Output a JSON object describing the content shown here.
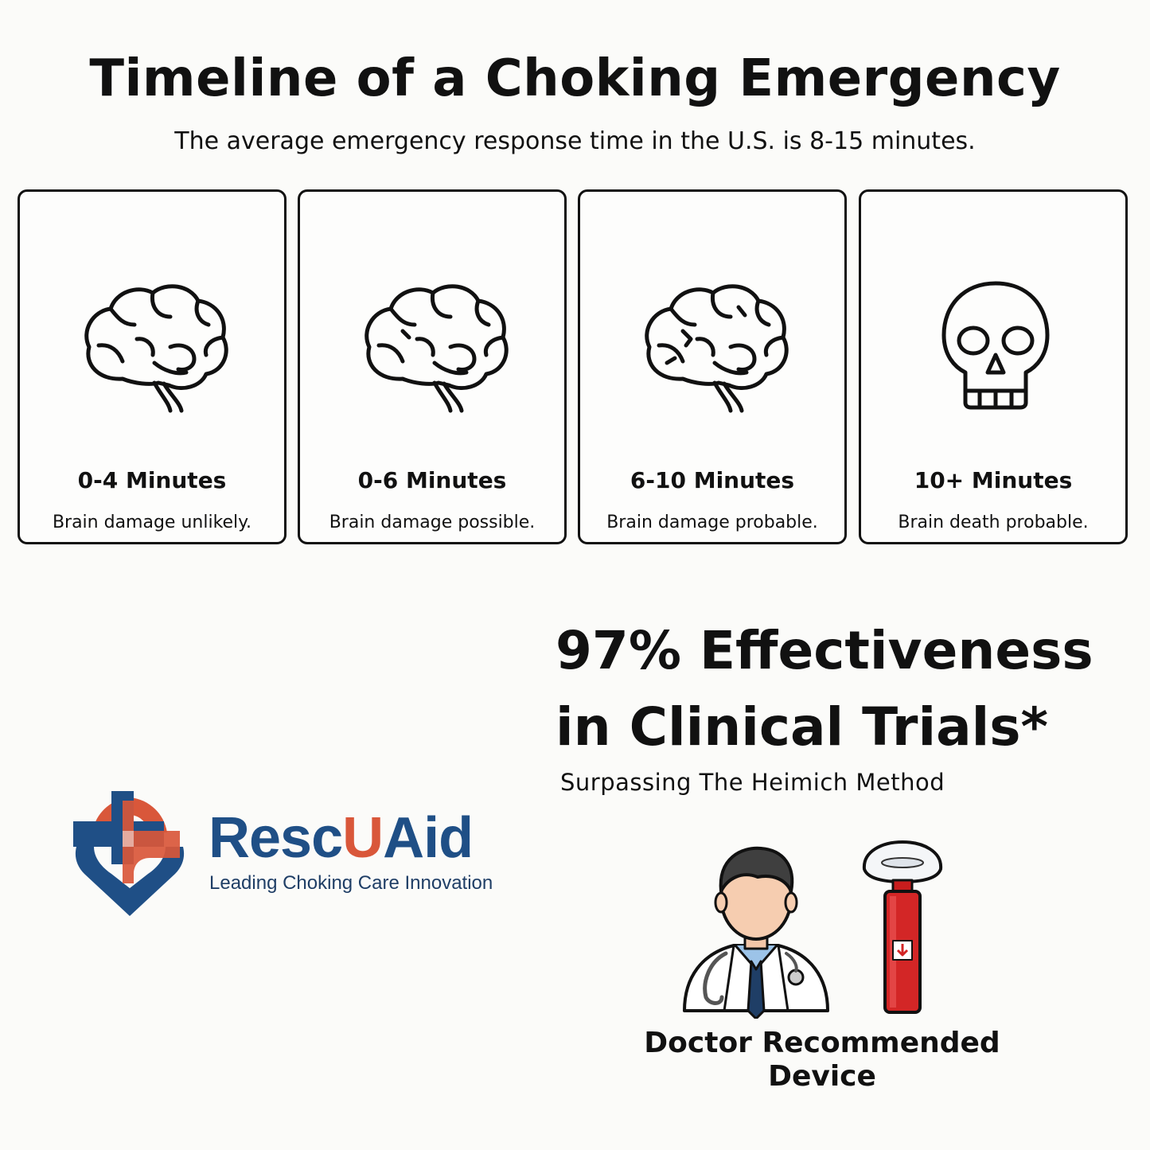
{
  "header": {
    "title": "Timeline of a Choking Emergency",
    "subtitle": "The average emergency response time in the U.S. is 8-15 minutes."
  },
  "cards": [
    {
      "label": "0-4 Minutes",
      "desc": "Brain damage unlikely.",
      "icon": "brain-icon"
    },
    {
      "label": "0-6 Minutes",
      "desc": "Brain damage possible.",
      "icon": "brain-icon"
    },
    {
      "label": "6-10 Minutes",
      "desc": "Brain damage probable.",
      "icon": "brain-icon"
    },
    {
      "label": "10+ Minutes",
      "desc": "Brain death probable.",
      "icon": "skull-icon"
    }
  ],
  "effectiveness": {
    "line1": "97% Effectiveness",
    "line2": "in Clinical Trials*",
    "sub": "Surpassing The Heimich Method"
  },
  "brand": {
    "name_part1": "Resc",
    "name_part2": "U",
    "name_part3": "Aid",
    "tagline": "Leading Choking Care Innovation",
    "colors": {
      "blue": "#1f4f86",
      "orange": "#d9573a"
    }
  },
  "recommendation": {
    "line1": "Doctor Recommended",
    "line2": "Device",
    "icons": [
      "doctor-icon",
      "anti-choking-device-icon"
    ]
  }
}
